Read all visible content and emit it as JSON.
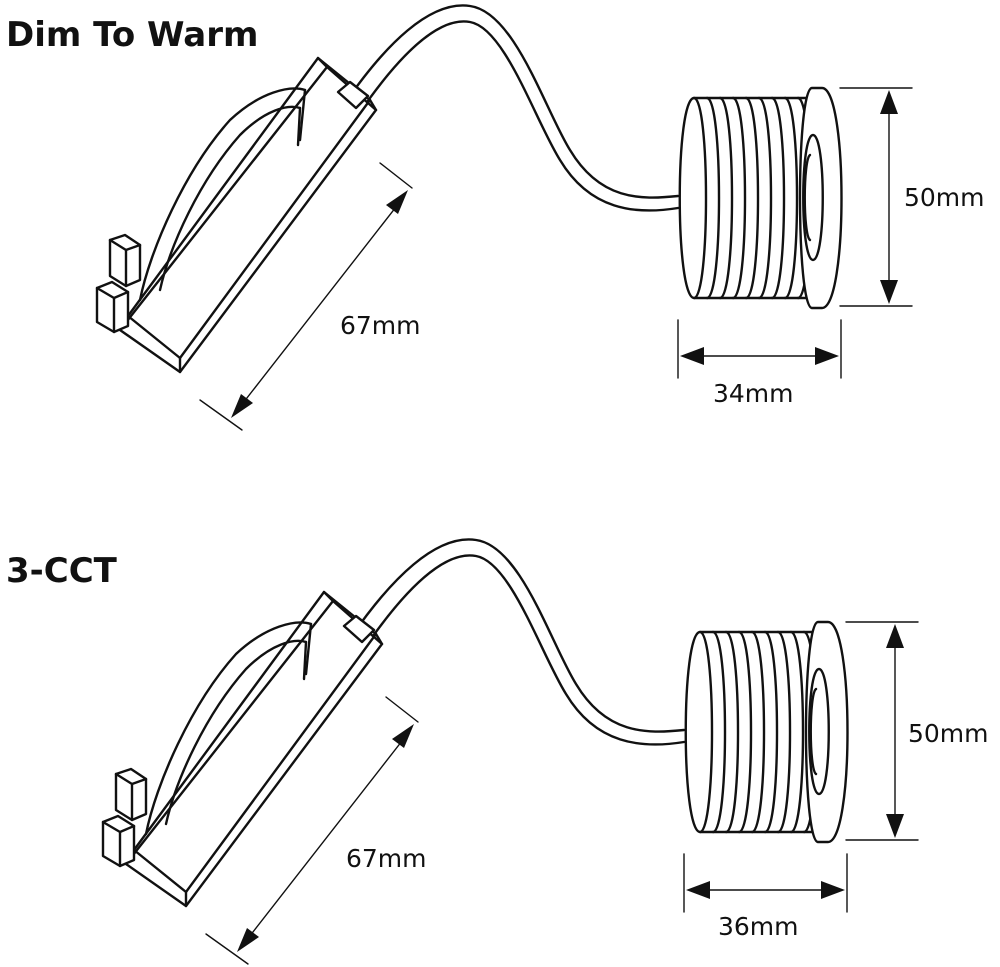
{
  "products": [
    {
      "title": "Dim To Warm",
      "driver_length_label": "67mm",
      "height_label": "50mm",
      "depth_label": "34mm"
    },
    {
      "title": "3-CCT",
      "driver_length_label": "67mm",
      "height_label": "50mm",
      "depth_label": "36mm"
    }
  ]
}
